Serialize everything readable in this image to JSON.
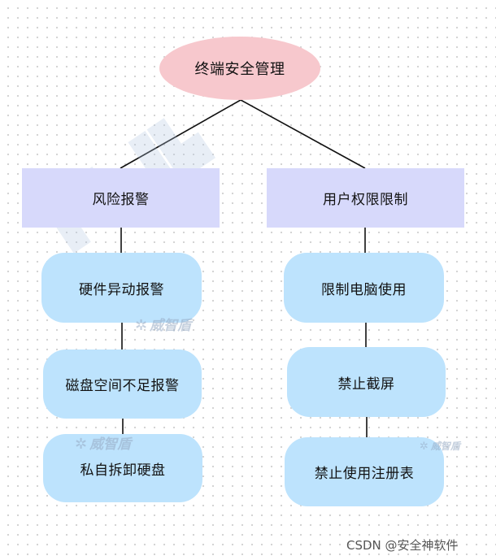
{
  "colors": {
    "root_fill": "#f7c8cd",
    "branch_fill": "#d7d9fb",
    "leaf_fill": "#bde3fd",
    "edge_color": "#111111"
  },
  "diagram": {
    "root": "终端安全管理",
    "branches": [
      {
        "label": "风险报警",
        "children": [
          "硬件异动报警",
          "磁盘空间不足报警",
          "私自拆卸硬盘"
        ]
      },
      {
        "label": "用户权限限制",
        "children": [
          "限制电脑使用",
          "禁止截屏",
          "禁止使用注册表"
        ]
      }
    ]
  },
  "watermarks": {
    "logo_text": "威智盾",
    "credit": "CSDN @安全神软件"
  }
}
